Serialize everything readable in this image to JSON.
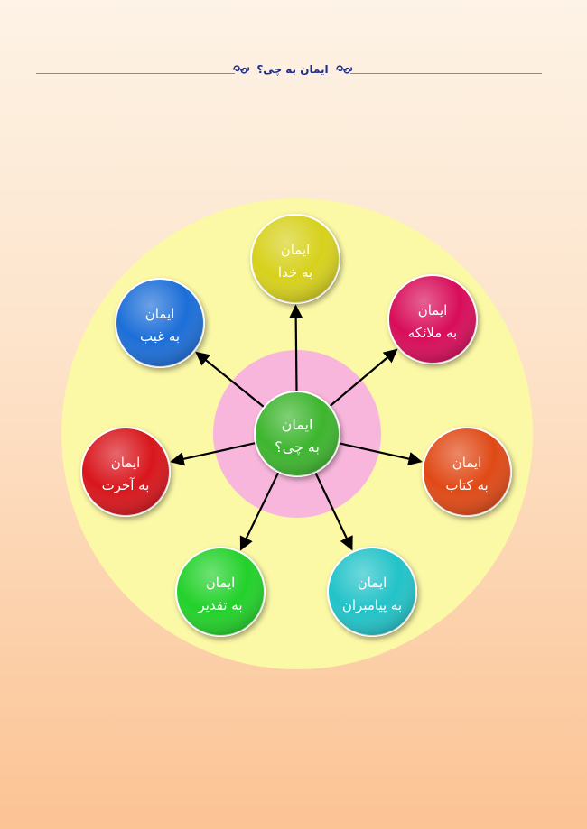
{
  "header": {
    "title": "ایمان به چی؟",
    "ornament_icon": "curl-ornament-icon",
    "line_color": "#7a8fb0",
    "title_color": "#1f2d8a"
  },
  "diagram": {
    "center": {
      "line1": "ایمان",
      "line2": "به چی؟",
      "color": "#3cb52f"
    },
    "nodes": [
      {
        "id": "god",
        "line1": "ایمان",
        "line2": "به خدا",
        "color": "#d7d11c"
      },
      {
        "id": "angels",
        "line1": "ایمان",
        "line2": "به ملائکه",
        "color": "#d8105a"
      },
      {
        "id": "book",
        "line1": "ایمان",
        "line2": "به کتاب",
        "color": "#e04a12"
      },
      {
        "id": "prophets",
        "line1": "ایمان",
        "line2": "به پیامبران",
        "color": "#22c3c8"
      },
      {
        "id": "destiny",
        "line1": "ایمان",
        "line2": "به تقدیر",
        "color": "#22d12a"
      },
      {
        "id": "hereafter",
        "line1": "ایمان",
        "line2": "به آخرت",
        "color": "#d8121c"
      },
      {
        "id": "unseen",
        "line1": "ایمان",
        "line2": "به غیب",
        "color": "#1c6ed8"
      }
    ],
    "outer_circle_color": "#fbf8a6",
    "inner_ring_color": "#f8b6dc",
    "arrow_color": "#000000"
  }
}
